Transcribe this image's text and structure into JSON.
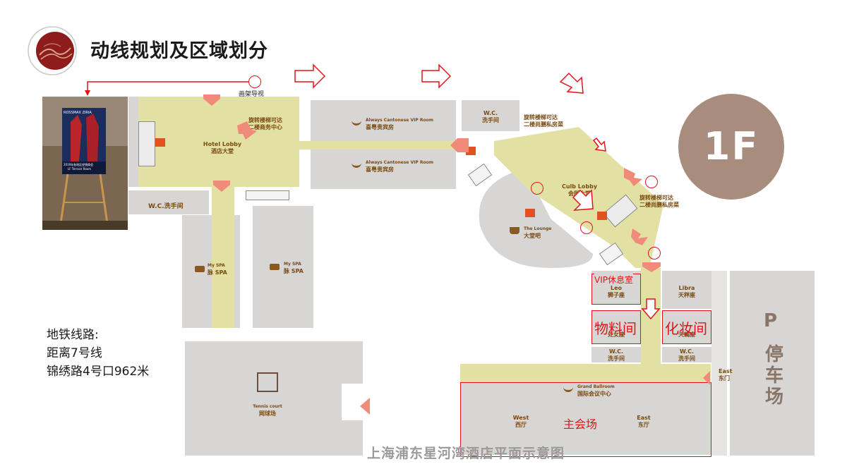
{
  "header": {
    "title": "动线规划及区域划分"
  },
  "floor_badge": "1F",
  "easel_label": "画架导视",
  "poster": {
    "line1": "ROSSMAX ZIRIA",
    "line2": "2019年各地区经销商会",
    "line3": "LF Terrace Room"
  },
  "areas": {
    "hotel_lobby": "Hotel Lobby",
    "hotel_lobby_cn": "酒店大堂",
    "stairs_business": "旋转楼梯可达",
    "stairs_business_2": "二楼商务中心",
    "wc_left": "W.C.洗手间",
    "spa_1_en": "My SPA",
    "spa_1_cn": "脉 SPA",
    "spa_2_en": "My SPA",
    "spa_2_cn": "脉 SPA",
    "vip_room_1_en": "Always Cantonese VIP Room",
    "vip_room_1_cn": "喜粤贵宾房",
    "vip_room_2_en": "Always Cantonese VIP Room",
    "vip_room_2_cn": "喜粤贵宾房",
    "wc_top_en": "W.C.",
    "wc_top_cn": "洗手间",
    "stairs_private_1": "旋转楼梯可达",
    "stairs_private_1b": "二楼尚膳私房菜",
    "club_lobby_en": "Culb Lobby",
    "club_lobby_cn": "会所大堂",
    "stairs_private_2": "旋转楼梯可达",
    "stairs_private_2b": "二楼尚膳私房菜",
    "lounge_en": "The Lounge",
    "lounge_cn": "大堂吧",
    "leo_en": "Leo",
    "leo_cn": "狮子座",
    "virgo_cn": "处女座",
    "libra_en": "Libra",
    "libra_cn": "天秤座",
    "scorpio_cn": "天蝎座",
    "wc_mid_1_en": "W.C.",
    "wc_mid_1_cn": "洗手间",
    "wc_mid_2_en": "W.C.",
    "wc_mid_2_cn": "洗手间",
    "east_gate_en": "East",
    "east_gate_cn": "东门",
    "ballroom_en": "Grand Ballroom",
    "ballroom_cn": "国际会议中心",
    "west_en": "West",
    "west_cn": "西厅",
    "east_en": "East",
    "east_cn": "东厅",
    "tennis_en": "Tennis court",
    "tennis_cn": "网球场",
    "parking_p": "P",
    "parking_cn": "停车场"
  },
  "annotations": {
    "vip_lounge": "VIP休息室",
    "material_room": "物料间",
    "makeup_room": "化妆间",
    "main_venue": "主会场"
  },
  "metro": {
    "line1": "地铁线路:",
    "line2": "距离7号线",
    "line3": "锦绣路4号口962米"
  },
  "footer": "上海浦东星河湾酒店平面示意图",
  "colors": {
    "path": "#e3e0a3",
    "room": "#d8d6d4",
    "annotation_red": "#e0141b",
    "flow_arrow": "#f08a7a",
    "label_brown": "#7a4a12",
    "badge": "#a88c7e"
  }
}
